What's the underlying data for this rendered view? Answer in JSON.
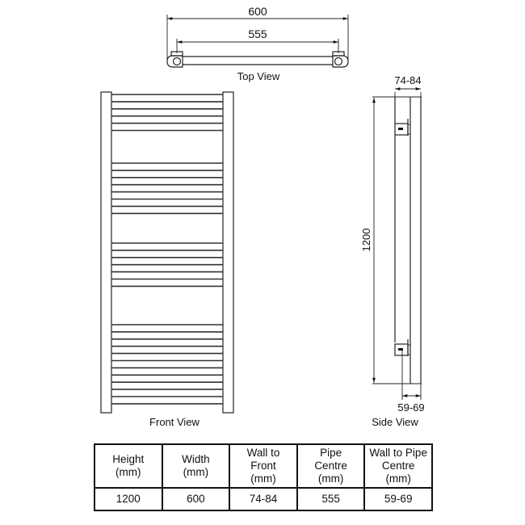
{
  "top_view": {
    "label": "Top View",
    "dim_outer": "600",
    "dim_pipe_centre": "555"
  },
  "front_view": {
    "label": "Front View",
    "bar_groups": [
      6,
      8,
      7,
      12
    ]
  },
  "side_view": {
    "label": "Side View",
    "dim_height": "1200",
    "dim_wall_to_front": "74-84",
    "dim_wall_to_pipe": "59-69"
  },
  "table": {
    "headers": [
      [
        "Height",
        "(mm)"
      ],
      [
        "Width",
        "(mm)"
      ],
      [
        "Wall to",
        "Front",
        "(mm)"
      ],
      [
        "Pipe",
        "Centre",
        "(mm)"
      ],
      [
        "Wall to Pipe",
        "Centre",
        "(mm)"
      ]
    ],
    "values": [
      "1200",
      "600",
      "74-84",
      "555",
      "59-69"
    ]
  },
  "colors": {
    "line": "#222222",
    "background": "#ffffff"
  }
}
